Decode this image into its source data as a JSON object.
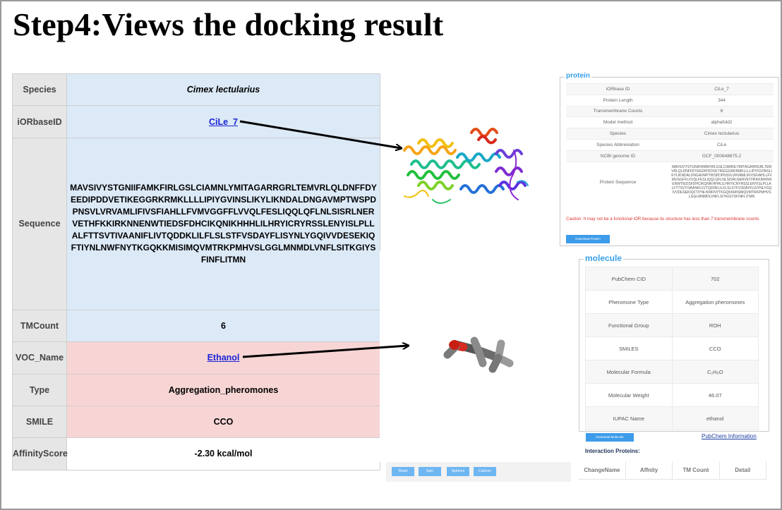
{
  "title": "Step4:Views the docking result",
  "info": {
    "species_key": "Species",
    "species_val": "Cimex lectularius",
    "id_key": "iORbaseID",
    "id_val": "CiLe_7",
    "seq_key": "Sequence",
    "seq_val": "MAVSIVYSTGNIIFAMKFIRLGSLCIAMNLYMITAGARRGRLTEMVRLQLDNFFDYEEDIPDDVETIKEGGRKRMKLLLLIPIYGVINSLIKYLIKNDALDNGAVMPTWSPDPNSVLVRVAMLIFIVSFIAHLLFVMVGGFFLVVQLFESLIQQLQFLNLSISRLNERVETHFKKIRKNNENWTIEDSFDHCIKQNIKHHHLILHRYICRYRSSLENYISLPLLALFTTSVTIVAANIFLIVTQDDKLILFLSLSTFVSDAYFLISYNLYGQIVVDESEKIQFTIYNLNWFNYTKGQKKMISIMQVMTRKPMHVSLGGLMNMDLVNFLSITKGIYSFINFLITMN",
    "tm_key": "TMCount",
    "tm_val": "6",
    "voc_key": "VOC_Name",
    "voc_val": "Ethanol",
    "type_key": "Type",
    "type_val": "Aggregation_pheromones",
    "smile_key": "SMILE",
    "smile_val": "CCO",
    "aff_key": "AffinityScore",
    "aff_val": "-2.30 kcal/mol"
  },
  "protein": {
    "legend": "protein",
    "rows": [
      [
        "iORbase ID",
        "CiLe_7"
      ],
      [
        "Protein Length",
        "344"
      ],
      [
        "Transmembrane Counts",
        "6"
      ],
      [
        "Model method",
        "alphafold2"
      ],
      [
        "Species",
        "Cimex lectularius"
      ],
      [
        "Species Abbreviation",
        "CiLe"
      ],
      [
        "NCBI genome ID",
        "GCF_000648675.2"
      ]
    ],
    "seq_label": "Protein Sequence",
    "seq_val": "MAVSIVYSTGNIIFAMKFIRLGSLCIAMNLYMITAGARRGRLTEMVRLQLDNFFDYEEDIPDDVETIKEGGRKRMKLLLLIPIYGVINSLIKYLIKNDALDNGAVMPTWSPDPNSVLVRVAMLIFIVSFIAHLLFVMVGGFFLVVQLFESLIQQLQFLNLSISRLNERVETHFKKIRKNNENWTIEDSFDHCIKQNIKHHHLILHRYICRYRSSLENYISLPLLALFTTSVTIVAANIFLIVTQDDKLILFLSLSTFVSDAYFLISYNLYGQIVVDESEKIQFTIYNLNWFNYTKGQKKMISIMQVMTRKPMHVSLGGLMNMDLVNFLSITKGIYSFINFLITMN",
    "caution": "Caution: It may not be a functional iOR because its structure has less than 7 transmembrane counts",
    "download": "Download Protein"
  },
  "molecule": {
    "legend": "molecule",
    "rows": [
      [
        "PubChem CID",
        "702"
      ],
      [
        "Pheromone Type",
        "Aggregation pheromones"
      ],
      [
        "Functional Group",
        "ROH"
      ],
      [
        "SMILES",
        "CCO"
      ],
      [
        "Molecular Formula",
        "C₂H₆O"
      ],
      [
        "Molecular Weight",
        "46.07"
      ],
      [
        "IUPAC Name",
        "ethanol"
      ]
    ],
    "download": "Download Molecule",
    "pubchem_link": "PubChem Information",
    "interaction_title": "Interaction Proteins:",
    "interaction_headers": [
      "ChangeName",
      "Affnity",
      "TM Count",
      "Detail"
    ]
  },
  "viewer_controls": [
    "Reset",
    "Spin",
    "Spheres",
    "Cartoon"
  ],
  "colors": {
    "accent": "#38a0ea",
    "link": "#1a24d6",
    "blue_row": "#dce9f7",
    "pink_row": "#f8d5d5"
  }
}
